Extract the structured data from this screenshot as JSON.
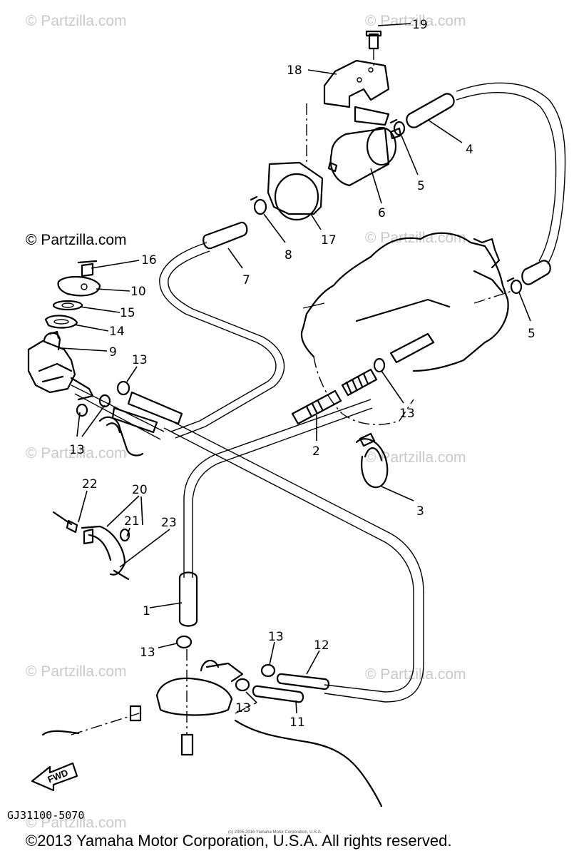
{
  "watermarks": [
    "© Partzilla.com",
    "© Partzilla.com",
    "© Partzilla.com",
    "© Partzilla.com",
    "© Partzilla.com",
    "© Partzilla.com",
    "© Partzilla.com",
    "© Partzilla.com",
    "© Partzilla.com"
  ],
  "callouts": {
    "c1": "1",
    "c2": "2",
    "c3": "3",
    "c4": "4",
    "c5a": "5",
    "c5b": "5",
    "c6": "6",
    "c7": "7",
    "c8": "8",
    "c9": "9",
    "c10": "10",
    "c11": "11",
    "c12": "12",
    "c13a": "13",
    "c13b": "13",
    "c13c": "13",
    "c13d": "13",
    "c13e": "13",
    "c13f": "13",
    "c14": "14",
    "c15": "15",
    "c16": "16",
    "c17": "17",
    "c18": "18",
    "c19": "19",
    "c20": "20",
    "c21": "21",
    "c22": "22",
    "c23": "23"
  },
  "fwd_label": "FWD",
  "drawing_code": "GJ31100-5070",
  "copyright": "©2013 Yamaha Motor Corporation, U.S.A. All rights reserved.",
  "small_print": "(c) 2005-2016 Yamaha Motor Corporation, U.S.A."
}
